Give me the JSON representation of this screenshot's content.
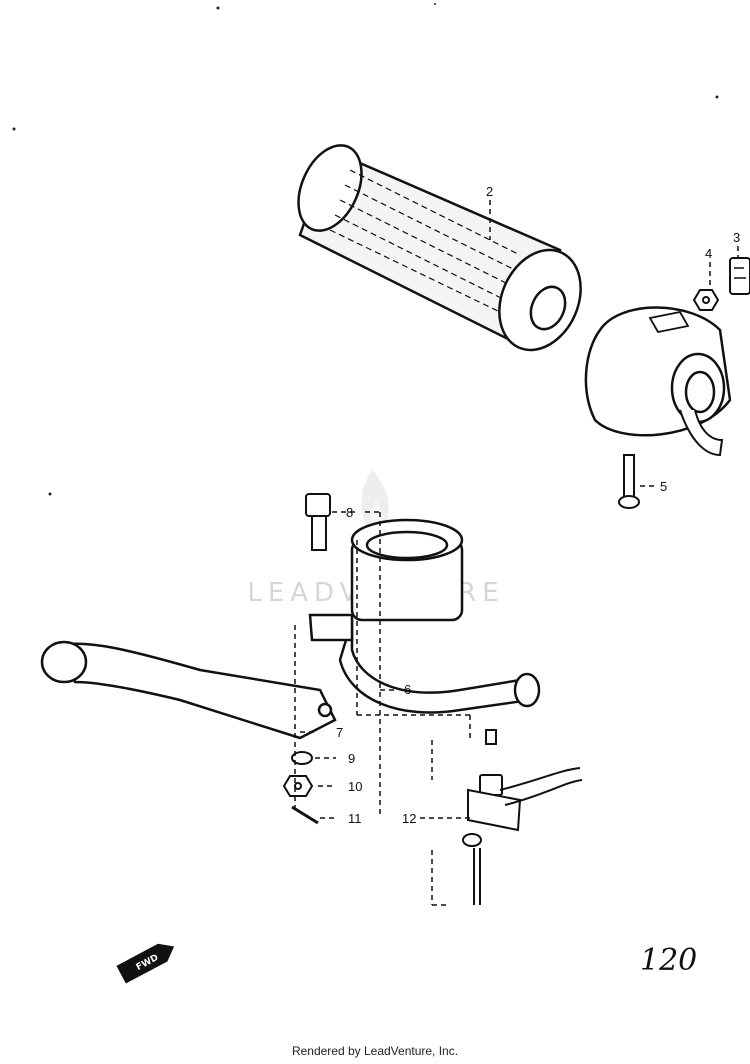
{
  "diagram": {
    "callouts": [
      "2",
      "3",
      "4",
      "5",
      "6",
      "7",
      "8",
      "9",
      "10",
      "11",
      "12"
    ],
    "page_number": "120",
    "direction_label": "FWD",
    "watermark_text": "LEADVENTURE"
  },
  "footer": {
    "text": "Rendered by LeadVenture, Inc."
  }
}
